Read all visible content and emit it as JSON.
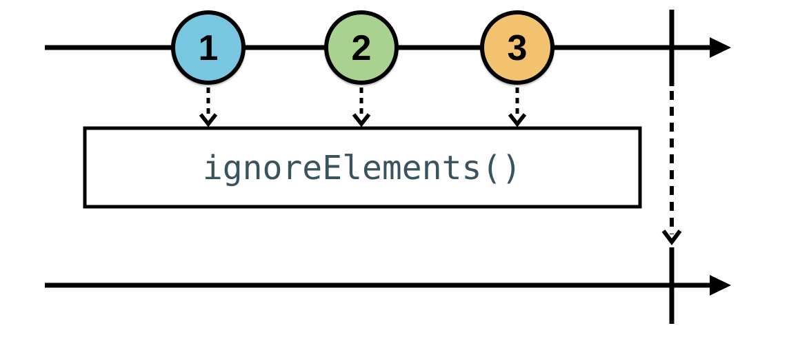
{
  "diagram_type": "rx-marble-diagram",
  "colors": {
    "background": "#FFFFFF",
    "stroke": "#000000",
    "operator_text": "#3A545F",
    "operator_box_fill": "#FFFFFF"
  },
  "source_stream": {
    "marbles": [
      {
        "label": "1",
        "fill": "#79C6E0"
      },
      {
        "label": "2",
        "fill": "#A9D290"
      },
      {
        "label": "3",
        "fill": "#F3C26E"
      }
    ],
    "completed": true
  },
  "operator": {
    "label": "ignoreElements()"
  },
  "output_stream": {
    "marbles": [],
    "completed": true
  }
}
